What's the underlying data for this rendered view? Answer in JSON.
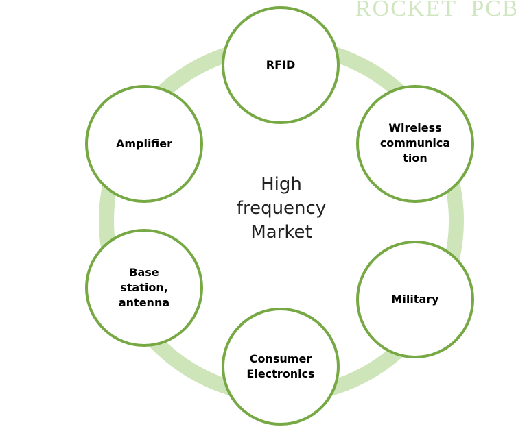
{
  "watermark": "ROCKET  PCB",
  "center": {
    "lines": [
      "High",
      "frequency",
      "Market"
    ]
  },
  "nodes": [
    {
      "id": "rfid",
      "lines": [
        "RFID"
      ]
    },
    {
      "id": "wireless",
      "lines": [
        "Wireless",
        "communica",
        "tion"
      ]
    },
    {
      "id": "military",
      "lines": [
        "Military"
      ]
    },
    {
      "id": "consumer",
      "lines": [
        "Consumer",
        "Electronics"
      ]
    },
    {
      "id": "base-station",
      "lines": [
        "Base",
        "station,",
        "antenna"
      ]
    },
    {
      "id": "amplifier",
      "lines": [
        "Amplifier"
      ]
    }
  ],
  "colors": {
    "ring": "#cde5b8",
    "node_border": "#76a944",
    "node_fill": "#ffffff",
    "watermark": "#cfe6c0"
  }
}
